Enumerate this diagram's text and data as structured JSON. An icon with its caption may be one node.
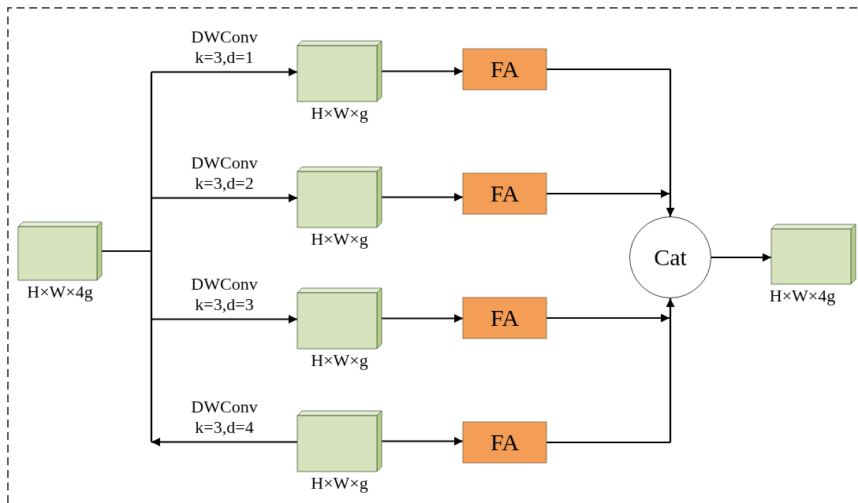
{
  "diagram": {
    "nodes": [
      {
        "text": [],
        "shape": "box",
        "beside": [
          "H×W×4g"
        ]
      },
      {
        "text": [],
        "shape": "box",
        "beside": [
          "H×W×g"
        ]
      },
      {
        "text": [],
        "shape": "box",
        "beside": [
          "H×W×g"
        ]
      },
      {
        "text": [],
        "shape": "box",
        "beside": [
          "H×W×g"
        ]
      },
      {
        "text": [],
        "shape": "box",
        "beside": [
          "H×W×g"
        ]
      },
      {
        "text": [
          "FA"
        ]
      },
      {
        "text": [
          "FA"
        ]
      },
      {
        "text": [
          "FA"
        ]
      },
      {
        "text": [
          "FA"
        ]
      },
      {
        "text": [
          "Cat"
        ]
      },
      {
        "text": [],
        "shape": "box",
        "beside": [
          "H×W×4g"
        ]
      }
    ],
    "edges": [
      {
        "from": 0,
        "to": 1,
        "arrow": "to",
        "label": "DWConv k=3,d=1"
      },
      {
        "from": 0,
        "to": 2,
        "arrow": "to",
        "label": "DWConv k=3,d=2"
      },
      {
        "from": 0,
        "to": 3,
        "arrow": "to",
        "label": "DWConv k=3,d=3"
      },
      {
        "from": 4,
        "to": null,
        "arrow": "to",
        "label": "DWConv k=3,d=4"
      },
      {
        "from": 1,
        "to": 5,
        "arrow": "to"
      },
      {
        "from": 2,
        "to": 6,
        "arrow": "to"
      },
      {
        "from": 3,
        "to": 7,
        "arrow": "to"
      },
      {
        "from": 4,
        "to": 8,
        "arrow": "to"
      },
      {
        "from": 5,
        "to": 9,
        "arrow": "to"
      },
      {
        "from": 6,
        "to": 9,
        "arrow": "to"
      },
      {
        "from": 7,
        "to": 9,
        "arrow": "to"
      },
      {
        "from": 8,
        "to": 9,
        "arrow": "to"
      },
      {
        "from": 9,
        "to": 10,
        "arrow": "to"
      }
    ]
  }
}
